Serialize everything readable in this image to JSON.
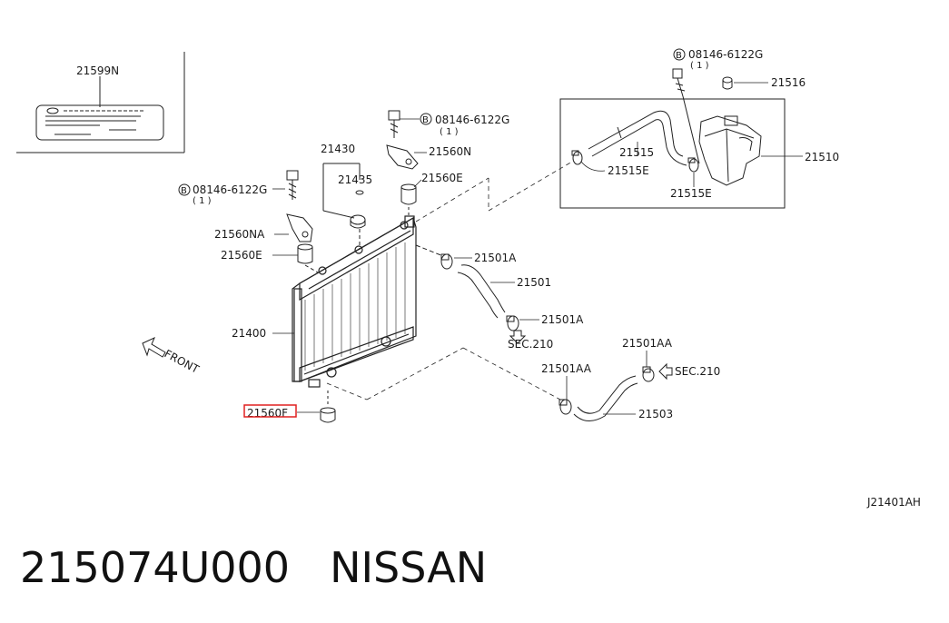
{
  "labels": {
    "p21599N": "21599N",
    "p21430": "21430",
    "p21435": "21435",
    "bolt_left": "08146-6122G",
    "bolt_left_qty": "( 1 )",
    "bolt_mid": "08146-6122G",
    "bolt_mid_qty": "( 1 )",
    "bolt_right": "08146-6122G",
    "bolt_right_qty": "( 1 )",
    "bolt_mark": "B",
    "p21560N": "21560N",
    "p21560E_top": "21560E",
    "p21560NA": "21560NA",
    "p21560E_left": "21560E",
    "p21400": "21400",
    "p21560F": "21560F",
    "p21501A_top": "21501A",
    "p21501": "21501",
    "p21501A_bottom": "21501A",
    "sec210_left": "SEC.210",
    "p21501AA_top": "21501AA",
    "p21501AA_left": "21501AA",
    "sec210_right": "SEC.210",
    "p21503": "21503",
    "p21516": "21516",
    "p21515": "21515",
    "p21515E_left": "21515E",
    "p21515E_bottom": "21515E",
    "p21510": "21510",
    "front": "FRONT",
    "diagram_code": "J21401AH"
  },
  "highlight": {
    "part": "21560F",
    "color": "#e02020"
  },
  "footer": {
    "part_number": "215074U000",
    "brand": "NISSAN"
  }
}
